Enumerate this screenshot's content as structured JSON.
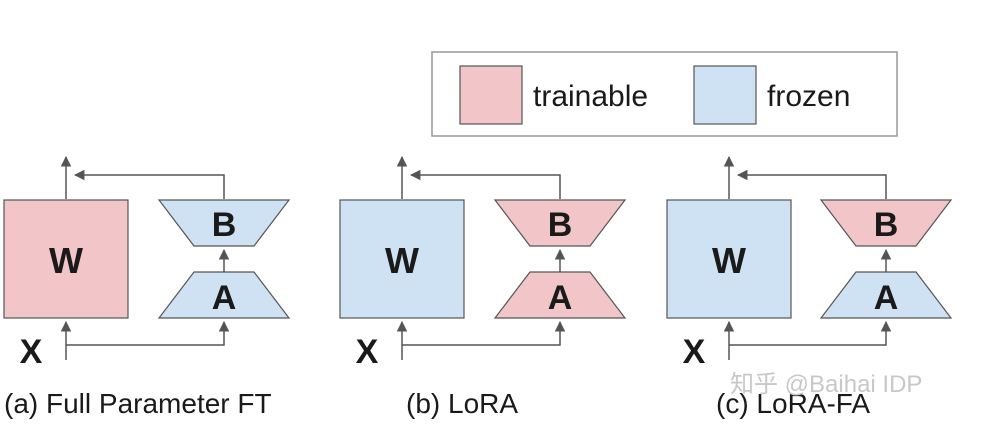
{
  "colors": {
    "trainable": "#f2c6c9",
    "frozen": "#cfe2f3",
    "stroke": "#555555",
    "arrow": "#555555",
    "text": "#1a1a1a"
  },
  "legend": {
    "trainable_label": "trainable",
    "frozen_label": "frozen"
  },
  "panels": [
    {
      "caption": "(a) Full Parameter FT",
      "input_label": "X",
      "w_label": "W",
      "a_label": "A",
      "b_label": "B",
      "w_state": "trainable",
      "a_state": "frozen",
      "b_state": "frozen"
    },
    {
      "caption": "(b) LoRA",
      "input_label": "X",
      "w_label": "W",
      "a_label": "A",
      "b_label": "B",
      "w_state": "frozen",
      "a_state": "trainable",
      "b_state": "trainable"
    },
    {
      "caption": "(c) LoRA-FA",
      "input_label": "X",
      "w_label": "W",
      "a_label": "A",
      "b_label": "B",
      "w_state": "frozen",
      "a_state": "frozen",
      "b_state": "trainable"
    }
  ],
  "watermark": "知乎 @Baihai IDP"
}
